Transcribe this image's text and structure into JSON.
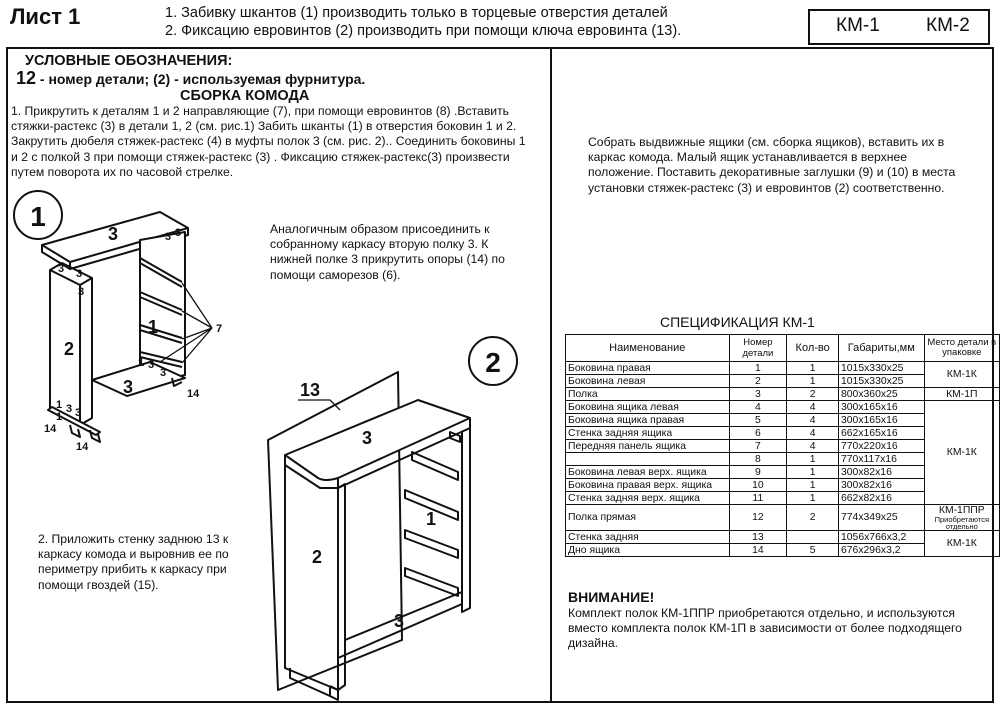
{
  "header": {
    "sheet_title": "Лист 1",
    "note_1": "1. Забивку шкантов (1) производить только в торцевые отверстия деталей",
    "note_2": "2. Фиксацию евровинтов (2) производить при помощи ключа евровинта (13).",
    "model_1": "КМ-1",
    "model_2": "КМ-2"
  },
  "legend": {
    "title": "УСЛОВНЫЕ ОБОЗНАЧЕНИЯ:",
    "number_example": "12",
    "text": " - номер детали;  (2) - используемая фурнитура."
  },
  "assembly": {
    "title": "СБОРКА КОМОДА",
    "step_1": [
      "1. Прикрутить к деталям 1 и 2   направляющие (7), при помощи евровинтов (8) .Вставить",
      "стяжки-растекс (3) в детали 1, 2 (см. рис.1)  Забить шканты (1) в отверстия боковин  1 и 2.",
      "Закрутить дюбеля стяжек-растекс (4) в муфты  полок 3 (см. рис. 2).. Соединить боковины 1",
      "и 2 с полкой 3 при помощи стяжек-растекс (3) . Фиксацию стяжек-растекс(3) произвести",
      "путем поворота их по часовой стрелке."
    ],
    "similar": [
      "Аналогичным образом присоединить к",
      "собранному каркасу вторую полку 3. К",
      "нижней полке 3 прикрутить опоры (14) по",
      "помощи саморезов (6)."
    ],
    "step_2": [
      "2. Приложить стенку заднюю 13 к",
      "каркасу комода и выровнив ее по",
      "периметру прибить  к каркасу при",
      "помощи гвоздей (15)."
    ],
    "drawers": [
      "Собрать выдвижные ящики (см. сборка ящиков), вставить их в",
      "каркас комода. Малый ящик устанавливается в верхнее",
      "положение. Поставить декоративные заглушки (9) и (10) в места",
      "установки  стяжек-растекс (3) и евровинтов (2) соответственно."
    ]
  },
  "figures": {
    "fig1": {
      "number": "1",
      "labels": {
        "top": "3",
        "side": "2",
        "bottom": "3",
        "drawer": "1",
        "guide": "7",
        "foot": "14",
        "foot2": "14",
        "foot3": "14",
        "h1": "3",
        "h2": "3",
        "h3": "3",
        "h4": "3",
        "h5": "3",
        "h6": "3",
        "h7": "3",
        "b1": "1",
        "b2": "1",
        "b3": "1",
        "b4": "3",
        "b5": "3"
      }
    },
    "fig2": {
      "number": "2",
      "labels": {
        "back": "13",
        "top": "3",
        "side": "2",
        "bottom": "3",
        "drawer": "1"
      }
    }
  },
  "spec": {
    "title": "СПЕЦИФИКАЦИЯ КМ-1",
    "headers": {
      "name": "Наименование",
      "number": "Номер детали",
      "qty": "Кол-во",
      "dims": "Габариты,мм",
      "pack": "Место детали в упаковке"
    },
    "rows": [
      {
        "name": "Боковина правая",
        "num": "1",
        "qty": "1",
        "dims": "1015x330x25"
      },
      {
        "name": "Боковина левая",
        "num": "2",
        "qty": "1",
        "dims": "1015x330x25"
      },
      {
        "name": "Полка",
        "num": "3",
        "qty": "2",
        "dims": "800x360x25"
      },
      {
        "name": "Боковина ящика левая",
        "num": "4",
        "qty": "4",
        "dims": "300x165x16"
      },
      {
        "name": "Боковина ящика правая",
        "num": "5",
        "qty": "4",
        "dims": "300x165x16"
      },
      {
        "name": "Стенка задняя ящика",
        "num": "6",
        "qty": "4",
        "dims": "662x165x16"
      },
      {
        "name": "Передняя панель ящика",
        "num": "7",
        "qty": "4",
        "dims": "770x220x16"
      },
      {
        "name": "",
        "num": "8",
        "qty": "1",
        "dims": "770x117x16"
      },
      {
        "name": "Боковина левая верх. ящика",
        "num": "9",
        "qty": "1",
        "dims": "300x82x16"
      },
      {
        "name": "Боковина правая верх. ящика",
        "num": "10",
        "qty": "1",
        "dims": "300x82x16"
      },
      {
        "name": "Стенка задняя верх. ящика",
        "num": "11",
        "qty": "1",
        "dims": "662x82x16"
      },
      {
        "name": "Полка прямая",
        "num": "12",
        "qty": "2",
        "dims": "774x349x25"
      },
      {
        "name": "Стенка задняя",
        "num": "13",
        "qty": "",
        "dims": "1056x766x3,2"
      },
      {
        "name": "Дно ящика",
        "num": "14",
        "qty": "5",
        "dims": "676x296x3,2"
      }
    ],
    "pack": {
      "km1k_a": "КМ-1К",
      "km1p": "КМ-1П",
      "km1k_b": "КМ-1К",
      "km1ppr": "КМ-1ППР",
      "km1ppr_note": "Приобретаются отдельно",
      "km1k_c": "КМ-1К"
    }
  },
  "warning": {
    "title": "ВНИМАНИЕ!",
    "text": [
      "Комплект полок КМ-1ППР приобретаются отдельно, и используются",
      "вместо комплекта полок КМ-1П в зависимости от более подходящего",
      "дизайна."
    ]
  }
}
